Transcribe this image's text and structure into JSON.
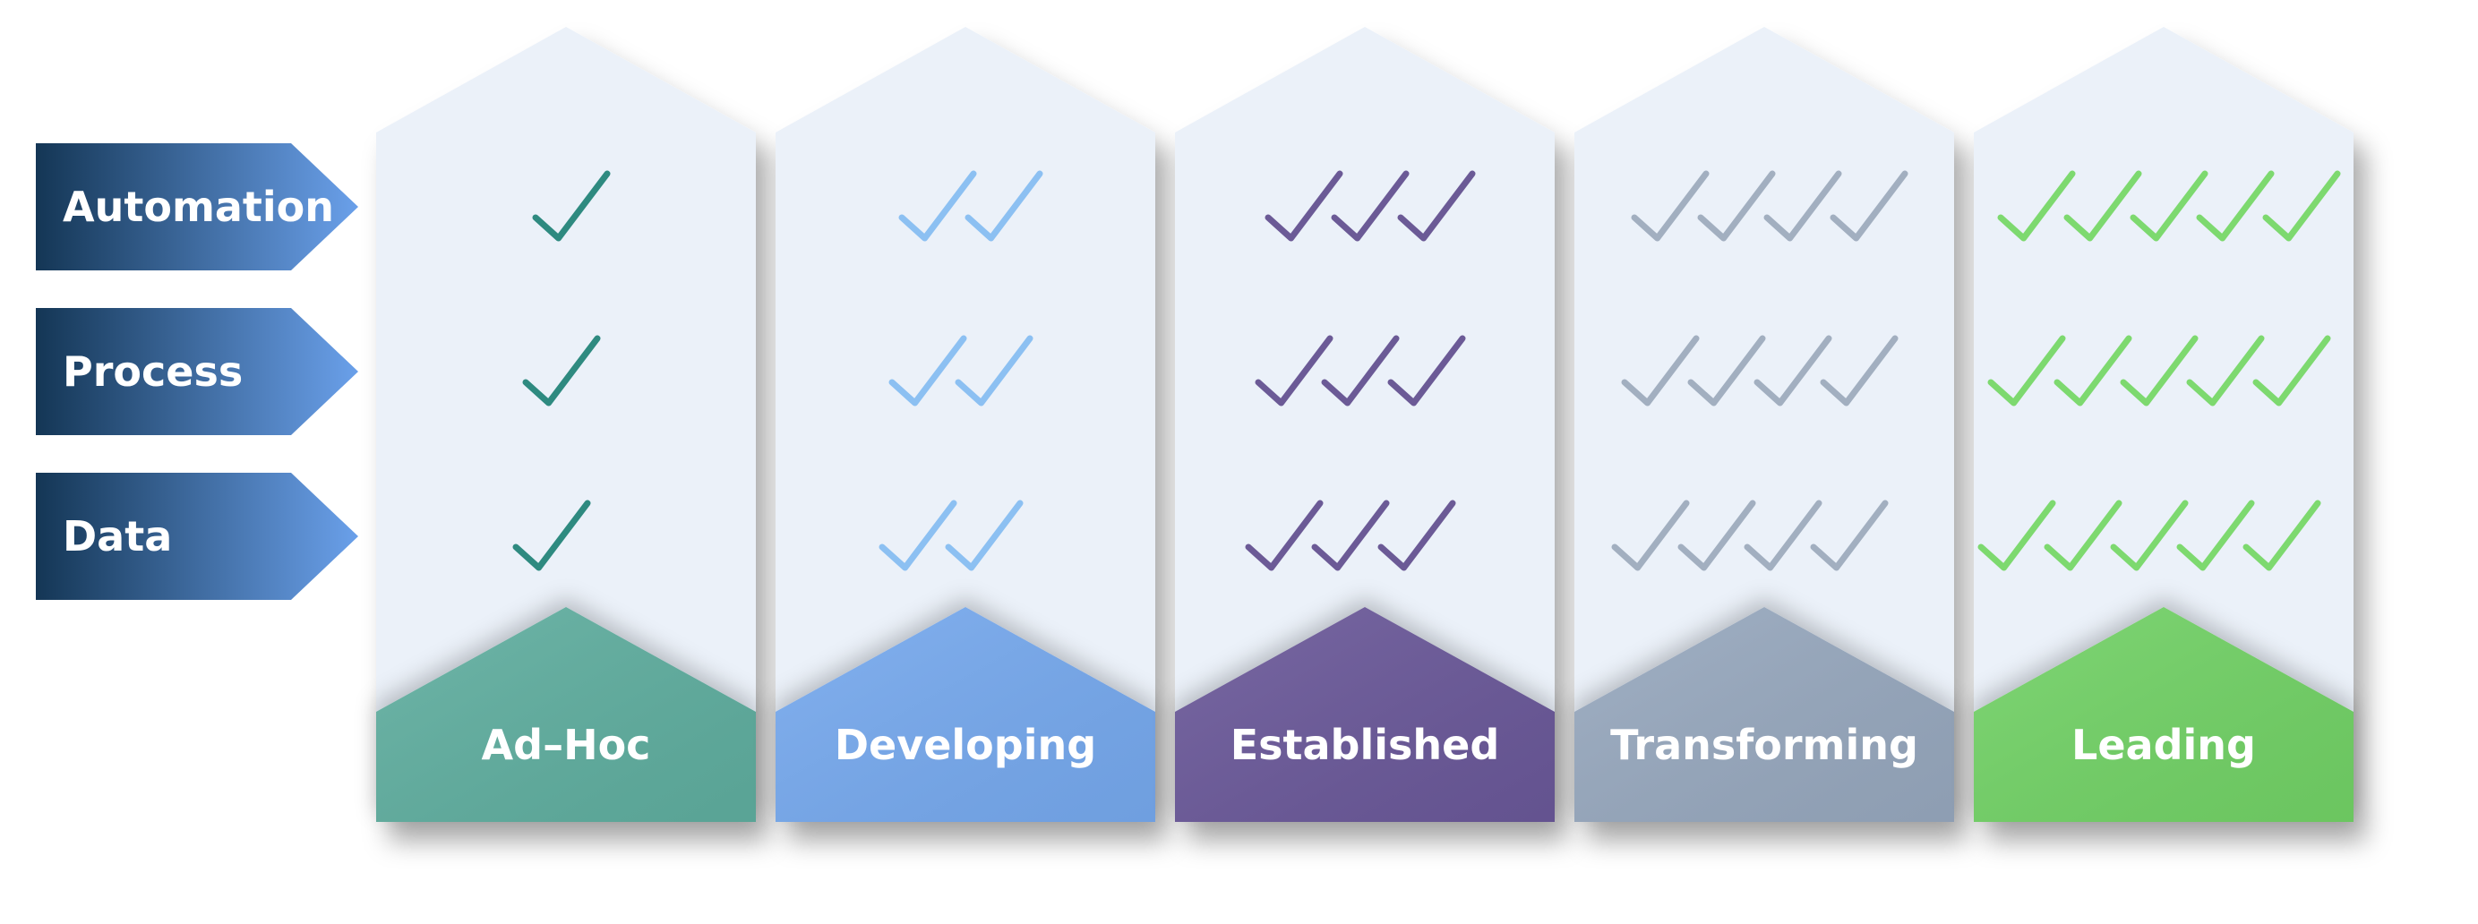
{
  "rows": [
    {
      "label": "Automation"
    },
    {
      "label": "Process"
    },
    {
      "label": "Data"
    }
  ],
  "levels": [
    {
      "label": "Ad–Hoc",
      "checks": 1,
      "color": "#5FAE9F",
      "check_color": "#2E8A80"
    },
    {
      "label": "Developing",
      "checks": 2,
      "color": "#76A9EE",
      "check_color": "#8CC0F2"
    },
    {
      "label": "Established",
      "checks": 3,
      "color": "#6B5899",
      "check_color": "#6B5A96"
    },
    {
      "label": "Transforming",
      "checks": 4,
      "color": "#97A8BE",
      "check_color": "#A2AFC0"
    },
    {
      "label": "Leading",
      "checks": 5,
      "color": "#72D266",
      "check_color": "#7DD96F"
    }
  ],
  "colors": {
    "card_background": "#EBF1F9",
    "row_arrow_start": "#143655",
    "row_arrow_end": "#6AA0EA",
    "label_text": "#FFFFFF"
  },
  "icons": {
    "check": "check-icon",
    "row_arrow": "arrow-tag-shape",
    "level_badge": "house-badge-shape"
  }
}
